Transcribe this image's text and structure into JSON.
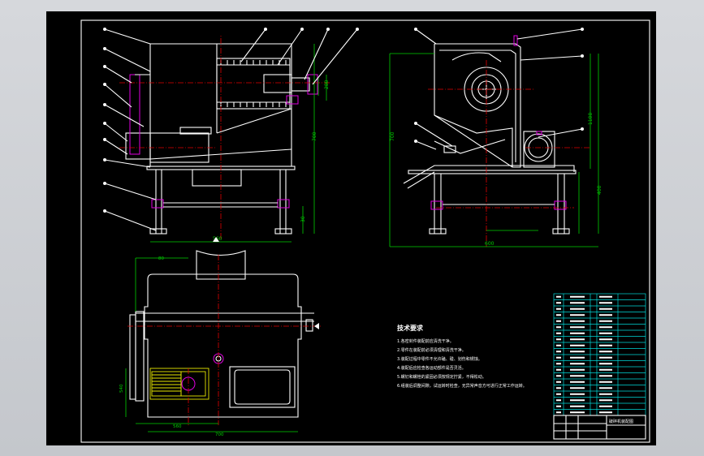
{
  "drawing": {
    "tech_title": "技术要求",
    "tech_notes": [
      "1.各密封件装配前应清洗干净。",
      "2.零件在装配前必须清理和清洗干净。",
      "3.装配过程中零件不允许磕、碰、划伤和锈蚀。",
      "4.装配后应检查各运动部件是否灵活。",
      "5.螺钉和螺栓的紧固必须按规定拧紧，不得松动。",
      "6.组装后调整间隙，试运转时检查，无异常声音方可进行正常工作运转。"
    ],
    "title_block_name": "破碎机装配图",
    "front_dims": {
      "height": "700",
      "width": "560",
      "a": "30",
      "b": "280"
    },
    "side_dims": {
      "height": "700",
      "width": "600",
      "a": "1100",
      "b": "400"
    },
    "top_dims": {
      "w1": "560",
      "w2": "700",
      "a": "80",
      "b": "540"
    },
    "bom_rows": 20
  },
  "colors": {
    "outline": "#ffffff",
    "dimension": "#00d000",
    "centerline": "#e00000",
    "highlight": "#e000e0",
    "motor": "#e8e800"
  }
}
